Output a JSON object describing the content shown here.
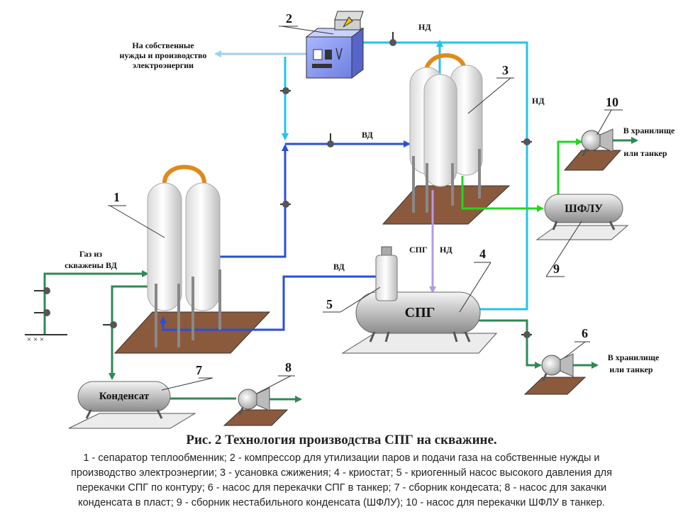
{
  "labels": {
    "n1": "1",
    "n2": "2",
    "n3": "3",
    "n4": "4",
    "n5": "5",
    "n6": "6",
    "n7": "7",
    "n8": "8",
    "n9": "9",
    "n10": "10",
    "own_needs_1": "На собственные",
    "own_needs_2": "нужды и производство",
    "own_needs_3": "электроэнергии",
    "nd_top": "НД",
    "nd_right": "НД",
    "vd_mid": "ВД",
    "vd_5": "ВД",
    "gas_1": "Газ из",
    "gas_2": "скважены ВД",
    "spg_flow": "СПГ",
    "nd_flow": "НД",
    "tank_spg": "СПГ",
    "tank_shflu": "ШФЛУ",
    "tank_condensate": "Конденсат",
    "storage_10_1": "В хранилище",
    "storage_10_2": "или танкер",
    "storage_6_1": "В хранилище",
    "storage_6_2": "или танкер"
  },
  "caption": {
    "title": "Рис. 2 Технология производства СПГ на скважине.",
    "line1": "1 - сепаратор теплообменник; 2 - компрессор для утилизации паров и подачи газа на собственные нужды и",
    "line2": "производство электроэнергии; 3 - усановка сжижения; 4 - криостат; 5 - криогенный насос высокого давления для",
    "line3": "перекачки СПГ по контуру; 6 - насос для перекачки СПГ в танкер; 7 - сборник кондесата; 8 - насос для закачки",
    "line4": "конденсата в пласт; 9 - сборник нестабильного конденсата (ШФЛУ); 10 - насос для перекачки ШФЛУ в танкер."
  },
  "colors": {
    "cyan": "#22c4e8",
    "blue": "#2a4fd6",
    "green": "#1fd81f",
    "dark_green": "#2f8a55",
    "violet": "#b59ae8",
    "light_blue": "#9ad4f0",
    "platform": "#8b5a3c"
  }
}
